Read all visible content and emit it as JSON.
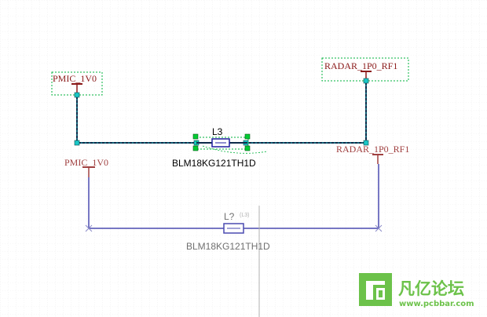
{
  "schematic": {
    "top": {
      "net_left": "PMIC_1V0",
      "net_right": "RADAR_1P0_RF1",
      "net_wire_label": "RADAR_1P0_RF1",
      "designator": "L3",
      "part": "BLM18KG121TH1D"
    },
    "bottom": {
      "net_left": "PMIC_1V0",
      "net_right": "RADAR_1P0_RF1",
      "designator": "L?",
      "designator_hint": "(L3)",
      "part": "BLM18KG121TH1D"
    }
  },
  "watermark": {
    "title": "凡亿论坛",
    "url": "www.pcbbar.com"
  },
  "colors": {
    "wire": "#1f1f9f",
    "net_label": "#8b1a1a",
    "selection": "#00b33c",
    "handle": "#19c7c7",
    "logo_green": "#6cc24a"
  }
}
